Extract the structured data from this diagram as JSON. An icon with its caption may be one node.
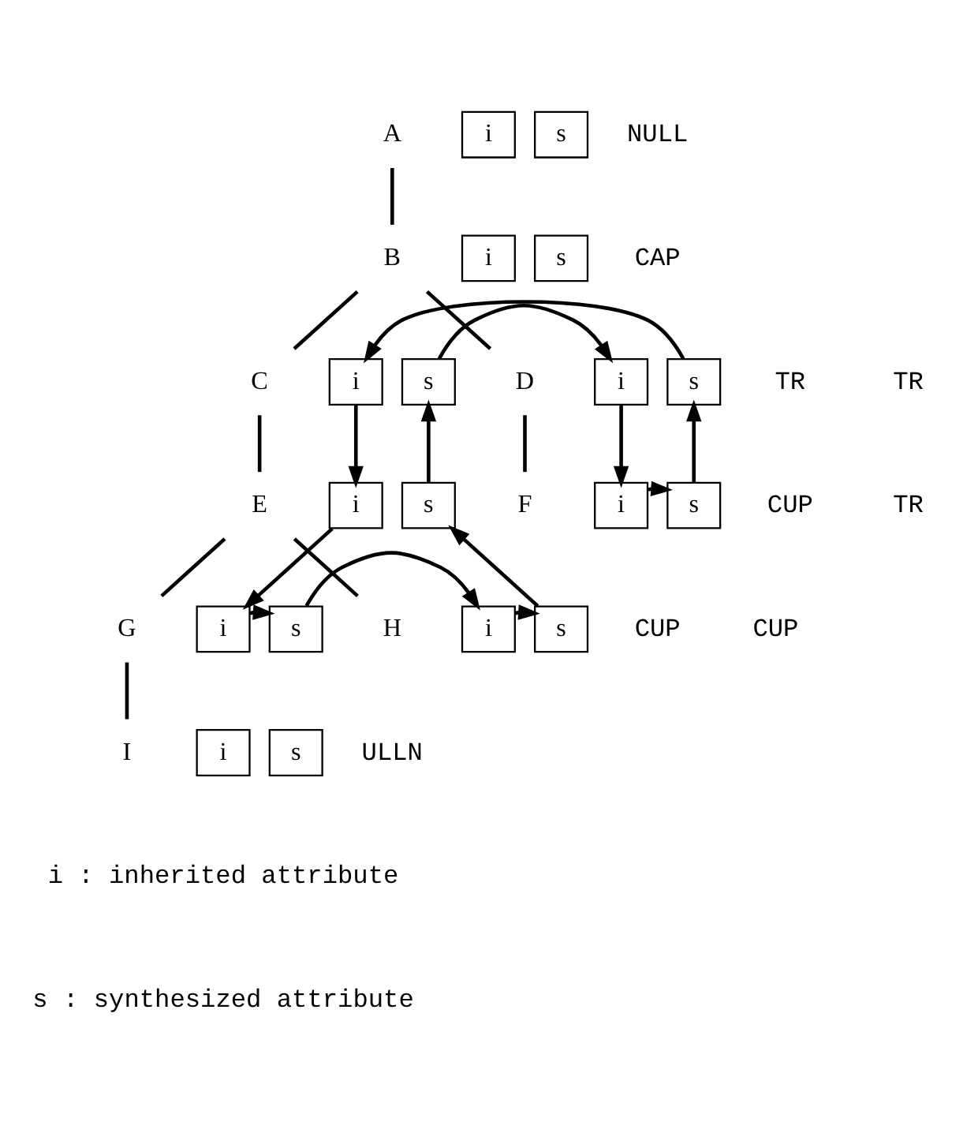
{
  "diagram": {
    "nodes": [
      {
        "text": [
          "A"
        ]
      },
      {
        "text": [
          "i"
        ]
      },
      {
        "text": [
          "s"
        ]
      },
      {
        "text": [
          "B"
        ]
      },
      {
        "text": [
          "i"
        ]
      },
      {
        "text": [
          "s"
        ]
      },
      {
        "text": [
          "C"
        ]
      },
      {
        "text": [
          "i"
        ]
      },
      {
        "text": [
          "s"
        ]
      },
      {
        "text": [
          "D"
        ]
      },
      {
        "text": [
          "i"
        ]
      },
      {
        "text": [
          "s"
        ]
      },
      {
        "text": [
          "E"
        ]
      },
      {
        "text": [
          "i"
        ]
      },
      {
        "text": [
          "s"
        ]
      },
      {
        "text": [
          "F"
        ]
      },
      {
        "text": [
          "i"
        ]
      },
      {
        "text": [
          "s"
        ]
      },
      {
        "text": [
          "G"
        ]
      },
      {
        "text": [
          "i"
        ]
      },
      {
        "text": [
          "s"
        ]
      },
      {
        "text": [
          "H"
        ]
      },
      {
        "text": [
          "i"
        ]
      },
      {
        "text": [
          "s"
        ]
      },
      {
        "text": [
          "I"
        ]
      },
      {
        "text": [
          "i"
        ]
      },
      {
        "text": [
          "s"
        ]
      }
    ],
    "edges": [
      {
        "from": 0,
        "to": 3,
        "arrow": "none"
      },
      {
        "from": 3,
        "to": 6,
        "arrow": "none"
      },
      {
        "from": 3,
        "to": 9,
        "arrow": "none"
      },
      {
        "from": 6,
        "to": 12,
        "arrow": "none"
      },
      {
        "from": 9,
        "to": 15,
        "arrow": "none"
      },
      {
        "from": 12,
        "to": 18,
        "arrow": "none"
      },
      {
        "from": 12,
        "to": 21,
        "arrow": "none"
      },
      {
        "from": 18,
        "to": 24,
        "arrow": "none"
      },
      {
        "from": 11,
        "to": 7,
        "arrow": "to"
      },
      {
        "from": 8,
        "to": 10,
        "arrow": "to"
      },
      {
        "from": 7,
        "to": 13,
        "arrow": "to"
      },
      {
        "from": 14,
        "to": 8,
        "arrow": "to"
      },
      {
        "from": 10,
        "to": 16,
        "arrow": "to"
      },
      {
        "from": 17,
        "to": 11,
        "arrow": "to"
      },
      {
        "from": 16,
        "to": 17,
        "arrow": "to"
      },
      {
        "from": 13,
        "to": 19,
        "arrow": "to"
      },
      {
        "from": 23,
        "to": 14,
        "arrow": "to"
      },
      {
        "from": 20,
        "to": 22,
        "arrow": "to"
      },
      {
        "from": 19,
        "to": 20,
        "arrow": "to"
      },
      {
        "from": 22,
        "to": 23,
        "arrow": "to"
      }
    ],
    "labels": [
      "NULL",
      "CAP",
      "TR",
      "TR",
      "CUP",
      "TR",
      "CUP",
      "CUP",
      "ULLN",
      "i : inherited attribute",
      "s : synthesized attribute"
    ]
  }
}
